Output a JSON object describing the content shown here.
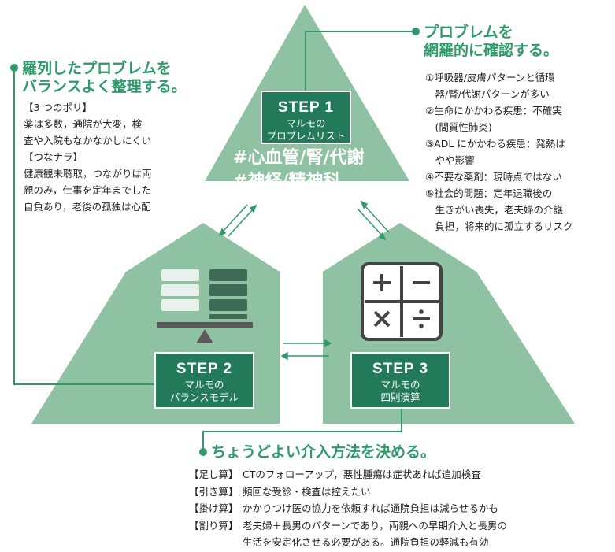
{
  "colors": {
    "shape": "#8fc2a3",
    "box": "#227a5a",
    "accent": "#2e9a6a",
    "line": "#2e9a6a"
  },
  "steps": [
    {
      "label": "STEP 1",
      "sub1": "マルモの",
      "sub2": "プロブレムリスト"
    },
    {
      "label": "STEP 2",
      "sub1": "マルモの",
      "sub2": "バランスモデル"
    },
    {
      "label": "STEP 3",
      "sub1": "マルモの",
      "sub2": "四則演算"
    }
  ],
  "top_tags": {
    "line1": "#心血管/腎/代謝",
    "line2": "#神経/精神科",
    "ellipsis": "⋮"
  },
  "headings": {
    "left_1": "羅列したプロブレムを",
    "left_2": "バランスよく整理する。",
    "right_1": "プロブレムを",
    "right_2": "網羅的に確認する。",
    "bottom": "ちょうどよい介入方法を決める。"
  },
  "left_text": [
    "【3 つのポリ】",
    "薬は多数，通院が大変，検",
    "査や入院もなかなかしにくい",
    "【つなナラ】",
    "健康観未聴取，つながりは両",
    "親のみ，仕事を定年までした",
    "自負あり，老後の孤独は心配"
  ],
  "right_text": [
    "①呼吸器/皮膚パターンと循環",
    "　器/腎/代謝パターンが多い",
    "②生命にかかわる疾患：不確実",
    "　(間質性肺炎)",
    "③ADL にかかわる疾患：発熱は",
    "　やや影響",
    "④不要な薬剤：現時点ではない",
    "⑤社会的問題：定年退職後の",
    "　生きがい喪失，老夫婦の介護",
    "　負担，将来的に孤立するリスク"
  ],
  "ops": [
    {
      "tag": "【足し算】",
      "text": "CTのフォローアップ，悪性腫瘍は症状あれば追加検査"
    },
    {
      "tag": "【引き算】",
      "text": "頻回な受診・検査は控えたい"
    },
    {
      "tag": "【掛け算】",
      "text": "かかりつけ医の協力を依頼すれば通院負担は減らせるかも"
    },
    {
      "tag": "【割り算】",
      "text": "老夫婦＋長男のパターンであり，両親への早期介入と長男の"
    }
  ],
  "ops_cont": "生活を安定化させる必要がある。通院負担の軽減も有効",
  "calc_symbols": {
    "plus": "+",
    "minus": "−",
    "times": "×",
    "divide": "÷"
  }
}
